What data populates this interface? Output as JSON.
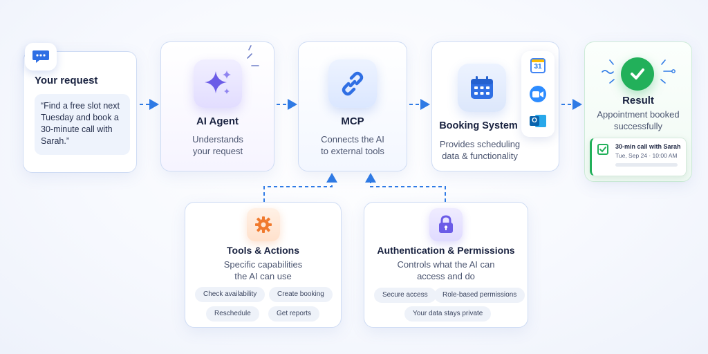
{
  "request": {
    "title": "Your request",
    "quote": "“Find a free slot next Tuesday and book a 30-minute call with Sarah.”"
  },
  "agent": {
    "title": "AI Agent",
    "desc": "Understands your request"
  },
  "mcp": {
    "title": "MCP",
    "desc": "Connects the AI to external tools"
  },
  "booking": {
    "title": "Booking System",
    "desc": "Provides scheduling data & functionality"
  },
  "result": {
    "title": "Result",
    "desc": "Appointment booked successfully",
    "event_title": "30-min call with Sarah",
    "event_time": "Tue, Sep 24 · 10:00 AM"
  },
  "tools": {
    "title": "Tools & Actions",
    "desc": "Specific capabilities the AI can use",
    "chips": [
      "Check availability",
      "Create booking",
      "Reschedule",
      "Get reports"
    ]
  },
  "auth": {
    "title": "Authentication & Permissions",
    "desc": "Controls what the AI can access and do",
    "chips": [
      "Secure access",
      "Role-based permissions",
      "Your data stays private"
    ]
  },
  "integrations": {
    "calendar_badge": "31",
    "outlook_badge": "O"
  },
  "colors": {
    "accent_blue": "#2f6fe4",
    "arrow_blue": "#2f7be6",
    "purple": "#6b5ce7",
    "orange": "#f07a2e",
    "green": "#22b05a",
    "chip_bg": "#eef2f9"
  },
  "icons": {
    "request": "chat-bubble-icon",
    "agent": "sparkle-icon",
    "mcp": "link-icon",
    "booking": "calendar-icon",
    "result": "checkmark-icon",
    "tools": "gear-icon",
    "auth": "lock-icon"
  }
}
